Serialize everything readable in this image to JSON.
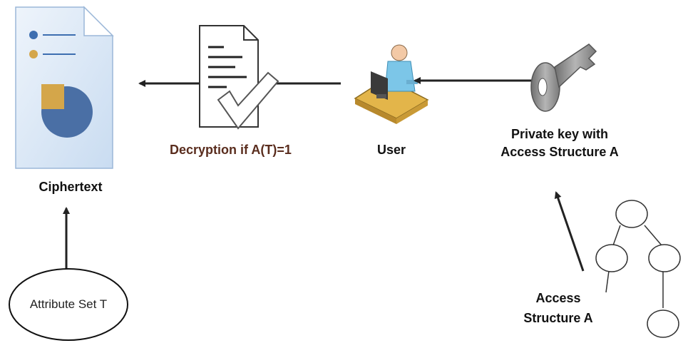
{
  "labels": {
    "ciphertext": "Ciphertext",
    "decryption": "Decryption if A(T)=1",
    "user": "User",
    "private_key_line1": "Private key with",
    "private_key_line2": "Access Structure A",
    "access_line1": "Access",
    "access_line2": "Structure A",
    "attribute_set": "Attribute Set T"
  },
  "icons": {
    "ciphertext": "document-chart-icon",
    "decryption": "checked-document-icon",
    "user": "user-at-desk-icon",
    "private_key": "key-icon",
    "access_structure": "tree-icon"
  },
  "colors": {
    "decryption_label": "#5a2d1e",
    "doc_fill": "#dce9f7",
    "pie_blue": "#4a6fa5",
    "pie_gold": "#d4a64a",
    "key_gray": "#8c8c8c"
  }
}
